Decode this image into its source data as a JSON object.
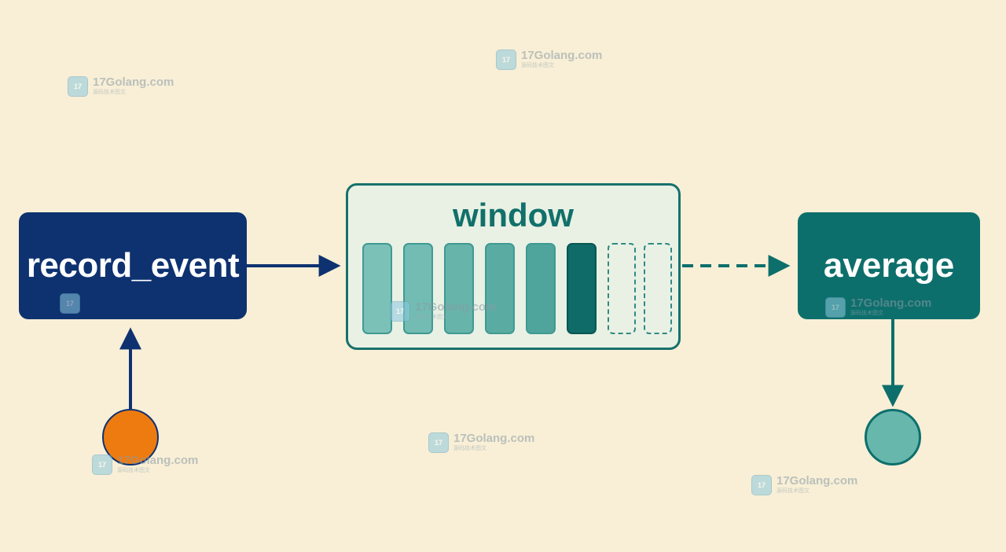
{
  "diagram": {
    "source_node": {
      "label": "record_event",
      "color": "#0e3270"
    },
    "buffer_node": {
      "label": "window",
      "color": "#16716c",
      "slots": [
        {
          "state": "filled",
          "color": "#7cc1b8"
        },
        {
          "state": "filled",
          "color": "#72bcb3"
        },
        {
          "state": "filled",
          "color": "#66b4aa"
        },
        {
          "state": "filled",
          "color": "#5aaca3"
        },
        {
          "state": "filled",
          "color": "#4fa59c"
        },
        {
          "state": "newest",
          "color": "#0f6b67"
        },
        {
          "state": "empty",
          "color": ""
        },
        {
          "state": "empty",
          "color": ""
        }
      ]
    },
    "result_node": {
      "label": "average",
      "color": "#0d6f6c"
    },
    "input_marker": {
      "color": "#ee7b10"
    },
    "output_marker": {
      "color": "#67b7ad"
    },
    "edges": [
      {
        "from": "input_marker",
        "to": "source_node",
        "style": "solid"
      },
      {
        "from": "source_node",
        "to": "buffer_node",
        "style": "solid"
      },
      {
        "from": "buffer_node",
        "to": "result_node",
        "style": "dashed"
      },
      {
        "from": "result_node",
        "to": "output_marker",
        "style": "solid"
      }
    ]
  },
  "watermark": {
    "text": "17Golang.com",
    "subtext": "源码技术图文",
    "logo_text": "17"
  },
  "colors": {
    "background": "#f8efd6",
    "navy": "#0e3270",
    "teal": "#0d6f6c"
  }
}
